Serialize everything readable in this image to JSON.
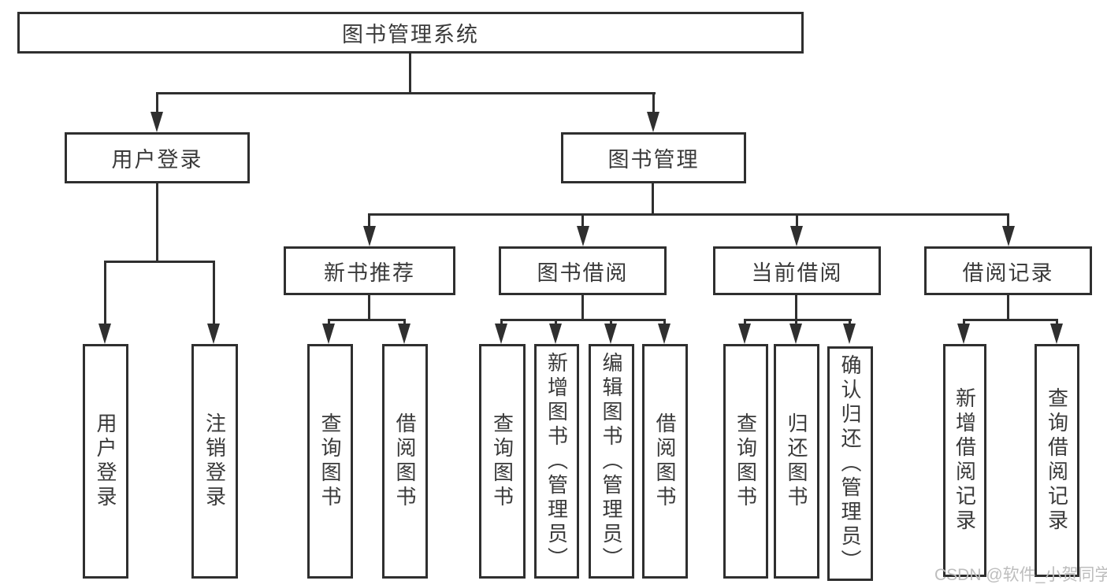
{
  "colors": {
    "line": "#2f2f2f",
    "border": "#2f2f2f",
    "text": "#3a3a3a",
    "background": "#ffffff",
    "watermark_text": "#bdbdbd"
  },
  "tree": {
    "root": {
      "label": "图书管理系统"
    },
    "level2": [
      {
        "label": "用户登录",
        "parent": "图书管理系统"
      },
      {
        "label": "图书管理",
        "parent": "图书管理系统"
      }
    ],
    "level3": [
      {
        "label": "新书推荐",
        "parent": "图书管理"
      },
      {
        "label": "图书借阅",
        "parent": "图书管理"
      },
      {
        "label": "当前借阅",
        "parent": "图书管理"
      },
      {
        "label": "借阅记录",
        "parent": "图书管理"
      }
    ],
    "leaves": [
      {
        "label": "用户登录",
        "parent": "用户登录"
      },
      {
        "label": "注销登录",
        "parent": "用户登录"
      },
      {
        "label": "查询图书",
        "parent": "新书推荐"
      },
      {
        "label": "借阅图书",
        "parent": "新书推荐"
      },
      {
        "label": "查询图书",
        "parent": "图书借阅"
      },
      {
        "label": "新增图书（管理员）",
        "parent": "图书借阅"
      },
      {
        "label": "编辑图书（管理员）",
        "parent": "图书借阅"
      },
      {
        "label": "借阅图书",
        "parent": "图书借阅"
      },
      {
        "label": "查询图书",
        "parent": "当前借阅"
      },
      {
        "label": "归还图书",
        "parent": "当前借阅"
      },
      {
        "label": "确认归还（管理员）",
        "parent": "当前借阅"
      },
      {
        "label": "新增借阅记录",
        "parent": "借阅记录"
      },
      {
        "label": "查询借阅记录",
        "parent": "借阅记录"
      }
    ]
  },
  "watermark": {
    "text": "CSDN @软件_小贺同学"
  }
}
